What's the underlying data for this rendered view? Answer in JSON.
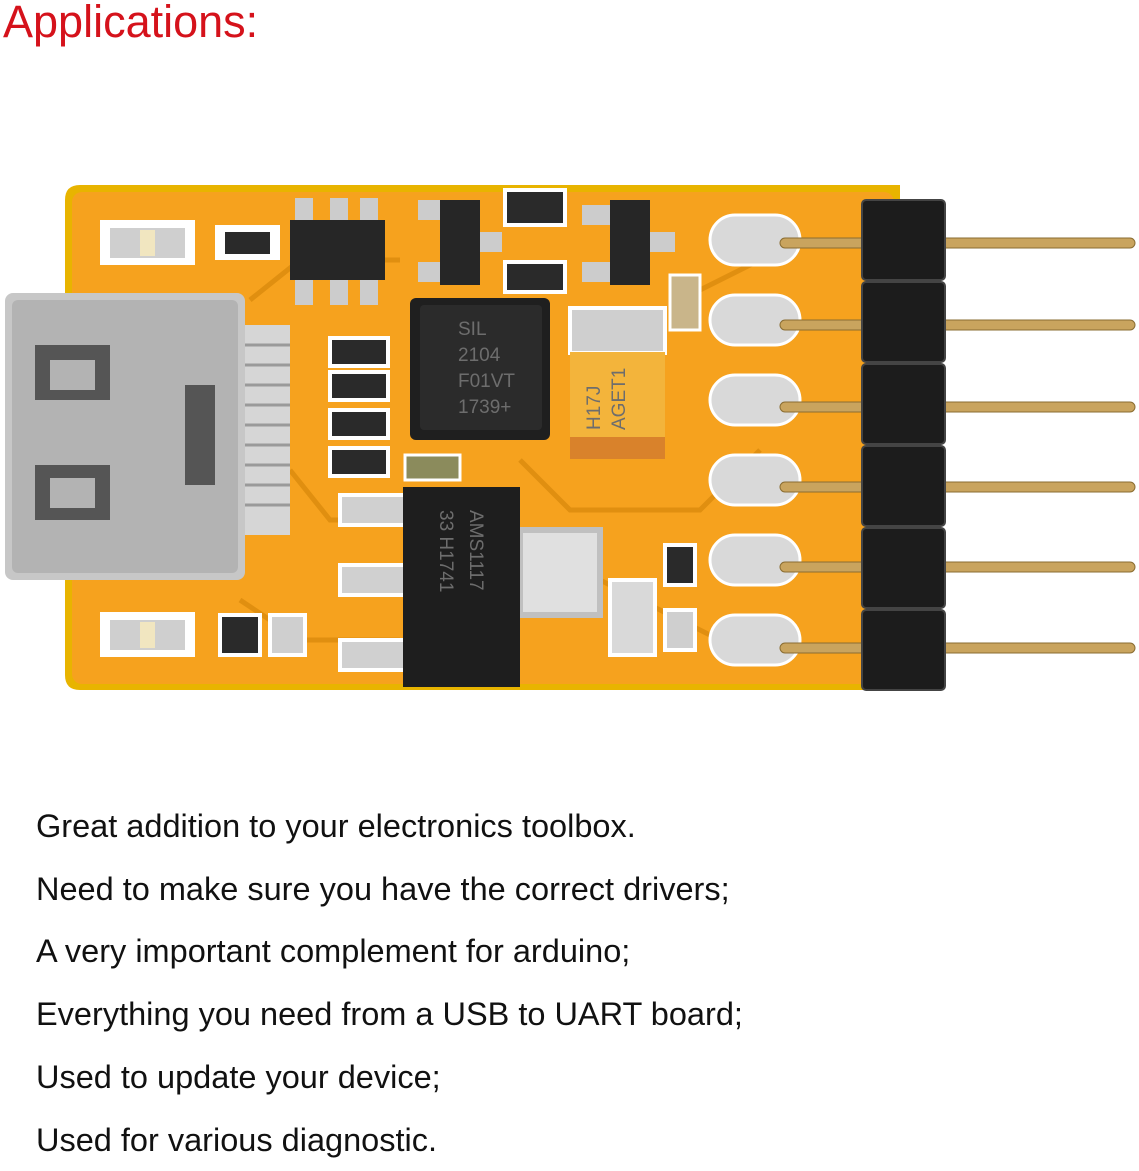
{
  "title": "Applications:",
  "product_image": {
    "chips": {
      "usb_uart": [
        "SIL",
        "2104",
        "F01VT",
        "1739+"
      ],
      "regulator": [
        "AMS1117",
        "33  H1741"
      ],
      "capacitor": [
        "H17J",
        "AGET1"
      ]
    },
    "colors": {
      "pcb": "#f6a21e",
      "pcb_edge": "#e8b400",
      "chip": "#262626",
      "header": "#1c1c1c",
      "pin": "#c9a45e",
      "metal": "#c8c8c8"
    }
  },
  "features": [
    "Great addition to your electronics toolbox.",
    "Need to make sure you have the correct drivers;",
    "A very important complement for arduino;",
    "Everything you need from a USB to UART board;",
    "Used to update your device;",
    "Used for various diagnostic."
  ]
}
